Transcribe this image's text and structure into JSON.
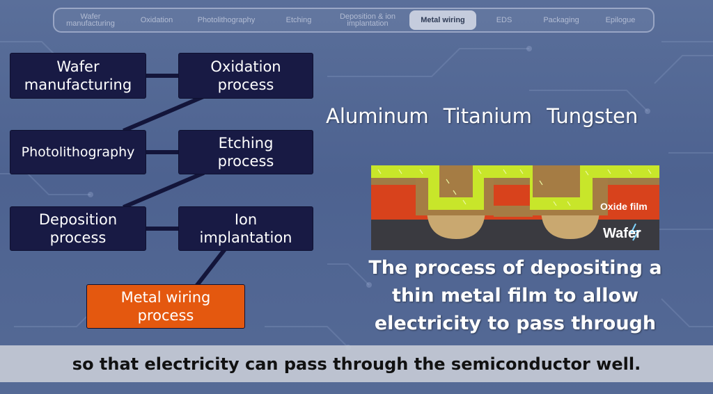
{
  "tabs": [
    {
      "label": "Wafer manufacturing",
      "active": false
    },
    {
      "label": "Oxidation",
      "active": false
    },
    {
      "label": "Photolithography",
      "active": false
    },
    {
      "label": "Etching",
      "active": false
    },
    {
      "label": "Deposition & ion implantation",
      "active": false
    },
    {
      "label": "Metal wiring",
      "active": true
    },
    {
      "label": "EDS",
      "active": false
    },
    {
      "label": "Packaging",
      "active": false
    },
    {
      "label": "Epilogue",
      "active": false
    }
  ],
  "flow": {
    "wafer": "Wafer manufacturing",
    "oxidation": "Oxidation process",
    "photo": "Photolithography",
    "etching": "Etching process",
    "deposition": "Deposition process",
    "ion": "Ion implantation",
    "metal": "Metal wiring process"
  },
  "metals_heading": "Aluminum Titanium Tungsten",
  "diagram": {
    "oxide_label": "Oxide film",
    "wafer_label": "Wafer"
  },
  "description": "The process of depositing a thin metal film to allow electricity to pass through",
  "subtitle": "so that electricity can pass through the semiconductor well.",
  "colors": {
    "flow_box": "#181a44",
    "active_step": "#e4580f",
    "metal_layer": "#c8e62a",
    "oxide_layer": "#d8421c",
    "wafer_layer": "#3a3a40",
    "well": "#c9a870"
  }
}
